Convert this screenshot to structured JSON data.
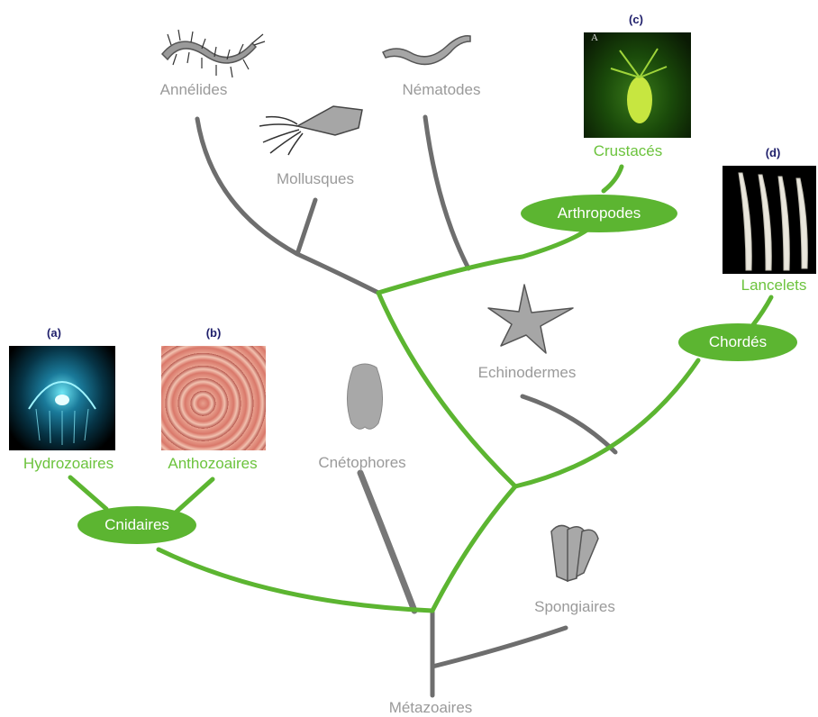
{
  "root": "Métazoaires",
  "taxa": {
    "annelides": "Annélides",
    "mollusques": "Mollusques",
    "nematodes": "Nématodes",
    "echinodermes": "Echinodermes",
    "cnetophores": "Cnétophores",
    "spongiaires": "Spongiaires",
    "crustaces": "Crustacés",
    "lancelets": "Lancelets",
    "hydrozoaires": "Hydrozoaires",
    "anthozoaires": "Anthozoaires"
  },
  "clades": {
    "arthropodes": "Arthropodes",
    "chordes": "Chordés",
    "cnidaires": "Cnidaires"
  },
  "photo_tags": {
    "a": "(a)",
    "b": "(b)",
    "c": "(c)",
    "d": "(d)"
  },
  "photo_corner_mark": "A",
  "colors": {
    "highlight_green": "#5cb531",
    "label_green": "#6cc33d",
    "branch_grey": "#6e6e6e",
    "label_grey": "#9a9a9a",
    "tag_navy": "#1f1f6b"
  }
}
